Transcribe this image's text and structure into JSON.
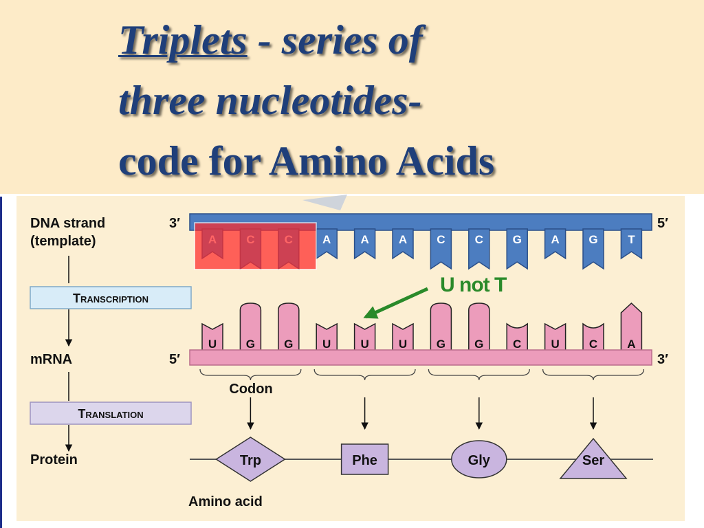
{
  "title": {
    "word": "Triplets",
    "line1_rest": " - series of",
    "line2": "three nucleotides-",
    "line3": "code for Amino Acids"
  },
  "labels": {
    "dna_strand": "DNA strand",
    "template": "(template)",
    "dna_left_end": "3′",
    "dna_right_end": "5′",
    "transcription": "Transcription",
    "mrna": "mRNA",
    "mrna_left_end": "5′",
    "mrna_right_end": "3′",
    "codon": "Codon",
    "translation": "Translation",
    "protein": "Protein",
    "amino_acid": "Amino acid",
    "callout": "U not T"
  },
  "dna_bases": [
    "A",
    "C",
    "C",
    "A",
    "A",
    "A",
    "C",
    "C",
    "G",
    "A",
    "G",
    "T"
  ],
  "mrna_bases": [
    "U",
    "G",
    "G",
    "U",
    "U",
    "U",
    "G",
    "G",
    "C",
    "U",
    "C",
    "A"
  ],
  "amino_acids": [
    {
      "name": "Trp",
      "shape": "diamond"
    },
    {
      "name": "Phe",
      "shape": "square"
    },
    {
      "name": "Gly",
      "shape": "circle"
    },
    {
      "name": "Ser",
      "shape": "triangle"
    }
  ],
  "colors": {
    "title": "#1f3f7a",
    "slide_bg": "#fdebc8",
    "panel_bg": "#fcefd3",
    "dna": "#4c7dc0",
    "mrna": "#ec9cbb",
    "highlight": "#ee3a3a",
    "callout": "#2a8a2a",
    "amino": "#c9b5df",
    "transcription_box": "#d8ecf8",
    "translation_box": "#dcd6ec"
  }
}
